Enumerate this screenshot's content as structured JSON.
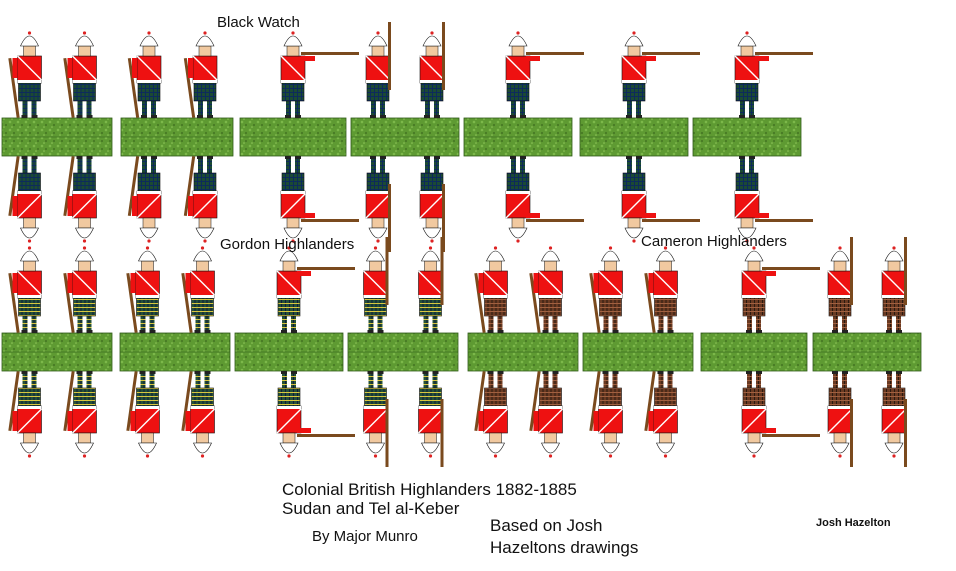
{
  "labels": {
    "black_watch": "Black Watch",
    "gordon_highlanders": "Gordon Highlanders",
    "cameron_highlanders": "Cameron Highlanders"
  },
  "title": {
    "line1": "Colonial British Highlanders 1882-1885",
    "line2": "Sudan and Tel al-Keber",
    "author": "By Major Munro",
    "credit_line1": "Based on Josh",
    "credit_line2": "Hazeltons drawings",
    "signature": "Josh Hazelton"
  },
  "colors": {
    "tunic": "#ee1111",
    "base": "#5e9a32",
    "helmet": "#ffffff",
    "black_watch_tartan": "#1b4a33",
    "gordon_tartan": "#245038",
    "cameron_tartan": "#6a3a22",
    "musket": "#7a4a1e"
  },
  "units": [
    {
      "regiment": "Black Watch",
      "tartan": "black_watch_tartan"
    },
    {
      "regiment": "Gordon Highlanders",
      "tartan": "gordon_tartan"
    },
    {
      "regiment": "Cameron Highlanders",
      "tartan": "cameron_tartan"
    }
  ]
}
